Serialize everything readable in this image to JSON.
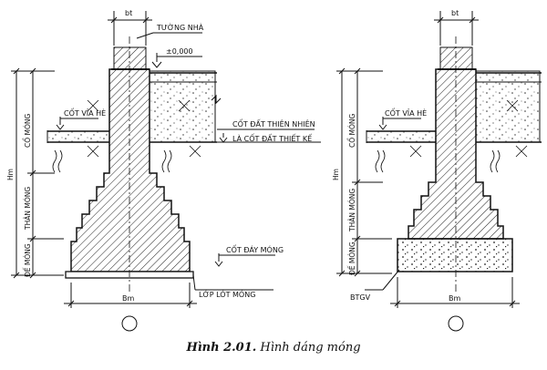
{
  "caption": {
    "number": "Hình 2.01.",
    "text": " Hình dáng móng"
  },
  "left": {
    "dim_top": "bt",
    "label_wall": "TƯỜNG NHÀ",
    "label_level": "±0,000",
    "label_sidewalk": "CỐT VỈA HÈ",
    "label_natural": "CỐT ĐẤT THIÊN NHIÊN",
    "label_design": "LÀ CỐT ĐẤT THIẾT KẾ",
    "label_bottom": "CỐT ĐÁY MÓNG",
    "label_lean": "LỚP LÓT MÓNG",
    "dim_bottom": "Bm",
    "dim_height": "Hm",
    "zone_neck": "CỔ MÓNG",
    "zone_body": "THÂN MÓNG",
    "zone_base": "ĐẾ MÓNG"
  },
  "right": {
    "dim_top": "bt",
    "label_sidewalk": "CỐT VỈA HÈ",
    "label_btgv": "BTGV",
    "dim_bottom": "Bm",
    "dim_height": "Hm",
    "zone_neck": "CỔ MÓNG",
    "zone_body": "THÂN MÓNG",
    "zone_base": "ĐẾ MÓNG"
  }
}
